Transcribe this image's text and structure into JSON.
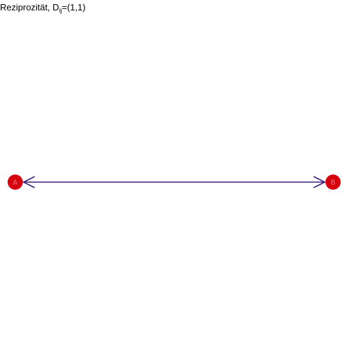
{
  "title": {
    "prefix": "Reziprozität, D",
    "subscript": "ij",
    "suffix": "=(1,1)"
  },
  "colors": {
    "node_fill": "#d7000f",
    "node_label": "#f07a7a",
    "edge": "#3b1f7a"
  },
  "nodes": [
    {
      "id": "A",
      "label": "A"
    },
    {
      "id": "B",
      "label": "B"
    }
  ],
  "edges": [
    {
      "from": "A",
      "to": "B",
      "directed": true
    },
    {
      "from": "B",
      "to": "A",
      "directed": true
    }
  ]
}
